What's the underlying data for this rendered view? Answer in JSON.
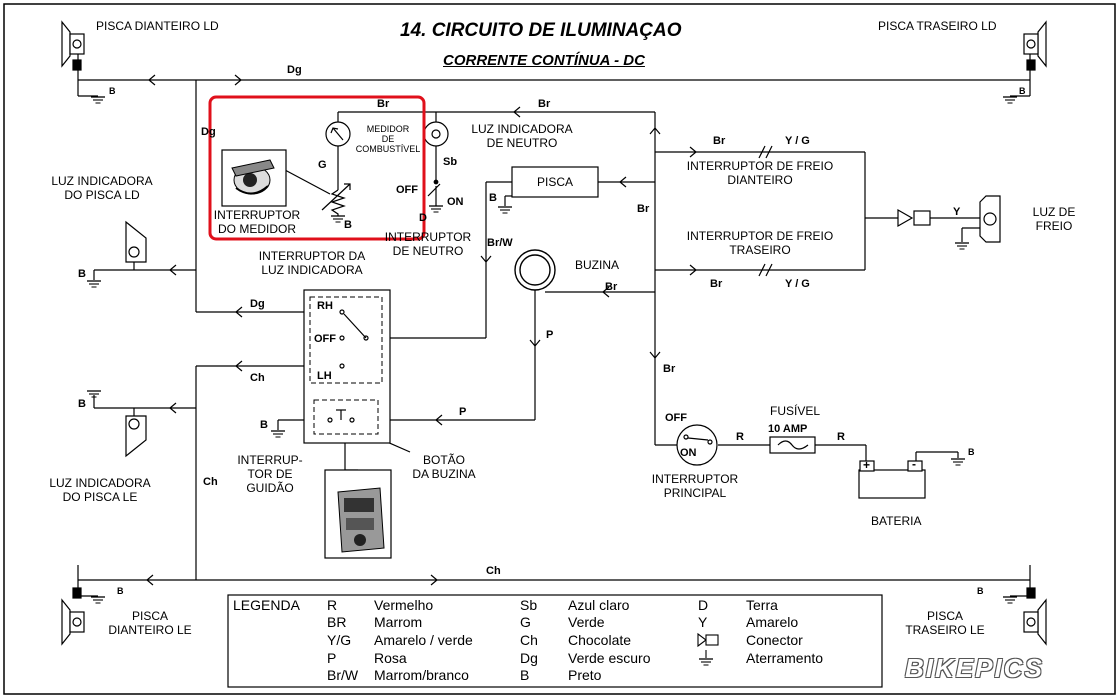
{
  "title": "14. CIRCUITO DE ILUMINAÇAO",
  "subtitle": "CORRENTE CONTÍNUA - DC",
  "components": {
    "pisca_dianteiro_ld": "PISCA DIANTEIRO LD",
    "pisca_traseiro_ld": "PISCA TRASEIRO LD",
    "pisca_dianteiro_le_1": "PISCA",
    "pisca_dianteiro_le_2": "DIANTEIRO LE",
    "pisca_traseiro_le_1": "PISCA",
    "pisca_traseiro_le_2": "TRASEIRO LE",
    "luz_ind_pisca_ld_1": "LUZ INDICADORA",
    "luz_ind_pisca_ld_2": "DO PISCA LD",
    "luz_ind_pisca_le_1": "LUZ INDICADORA",
    "luz_ind_pisca_le_2": "DO PISCA LE",
    "medidor_1": "MEDIDOR",
    "medidor_2": "DE",
    "medidor_3": "COMBUSTÍVEL",
    "interruptor_medidor_1": "INTERRUPTOR",
    "interruptor_medidor_2": "DO MEDIDOR",
    "luz_ind_neutro_1": "LUZ INDICADORA",
    "luz_ind_neutro_2": "DE NEUTRO",
    "interruptor_neutro_1": "INTERRUPTOR",
    "interruptor_neutro_2": "DE NEUTRO",
    "pisca": "PISCA",
    "buzina": "BUZINA",
    "interruptor_luz_ind_1": "INTERRUPTOR DA",
    "interruptor_luz_ind_2": "LUZ INDICADORA",
    "interruptor_guidao_1": "INTERRUP-",
    "interruptor_guidao_2": "TOR DE",
    "interruptor_guidao_3": "GUIDÃO",
    "botao_buzina_1": "BOTÃO",
    "botao_buzina_2": "DA BUZINA",
    "freio_dianteiro_1": "INTERRUPTOR DE FREIO",
    "freio_dianteiro_2": "DIANTEIRO",
    "freio_traseiro_1": "INTERRUPTOR DE FREIO",
    "freio_traseiro_2": "TRASEIRO",
    "luz_freio_1": "LUZ DE",
    "luz_freio_2": "FREIO",
    "fusivel": "FUSÍVEL",
    "fusivel_amp": "10 AMP",
    "interruptor_principal_1": "INTERRUPTOR",
    "interruptor_principal_2": "PRINCIPAL",
    "bateria": "BATERIA"
  },
  "switch_positions": {
    "rh": "RH",
    "off": "OFF",
    "lh": "LH",
    "on": "ON"
  },
  "wire_labels": {
    "dg": "Dg",
    "br": "Br",
    "yg": "Y / G",
    "y": "Y",
    "g": "G",
    "sb": "Sb",
    "d": "D",
    "brw": "Br/W",
    "ch": "Ch",
    "p": "P",
    "r": "R",
    "b": "B"
  },
  "battery_terminals": {
    "plus": "+",
    "minus": "-"
  },
  "legend": {
    "title": "LEGENDA",
    "entries": [
      {
        "code": "R",
        "name": "Vermelho"
      },
      {
        "code": "BR",
        "name": "Marrom"
      },
      {
        "code": "Y/G",
        "name": "Amarelo / verde"
      },
      {
        "code": "P",
        "name": "Rosa"
      },
      {
        "code": "Br/W",
        "name": "Marrom/branco"
      },
      {
        "code": "Sb",
        "name": "Azul claro"
      },
      {
        "code": "G",
        "name": "Verde"
      },
      {
        "code": "Ch",
        "name": "Chocolate"
      },
      {
        "code": "Dg",
        "name": "Verde escuro"
      },
      {
        "code": "B",
        "name": "Preto"
      },
      {
        "code": "D",
        "name": "Terra"
      },
      {
        "code": "Y",
        "name": "Amarelo"
      },
      {
        "code": "",
        "name": "Conector",
        "icon": "connector-icon"
      },
      {
        "code": "",
        "name": "Aterramento",
        "icon": "ground-icon"
      }
    ]
  },
  "watermark": "BIKEPICS",
  "highlight_color": "#e0101b"
}
